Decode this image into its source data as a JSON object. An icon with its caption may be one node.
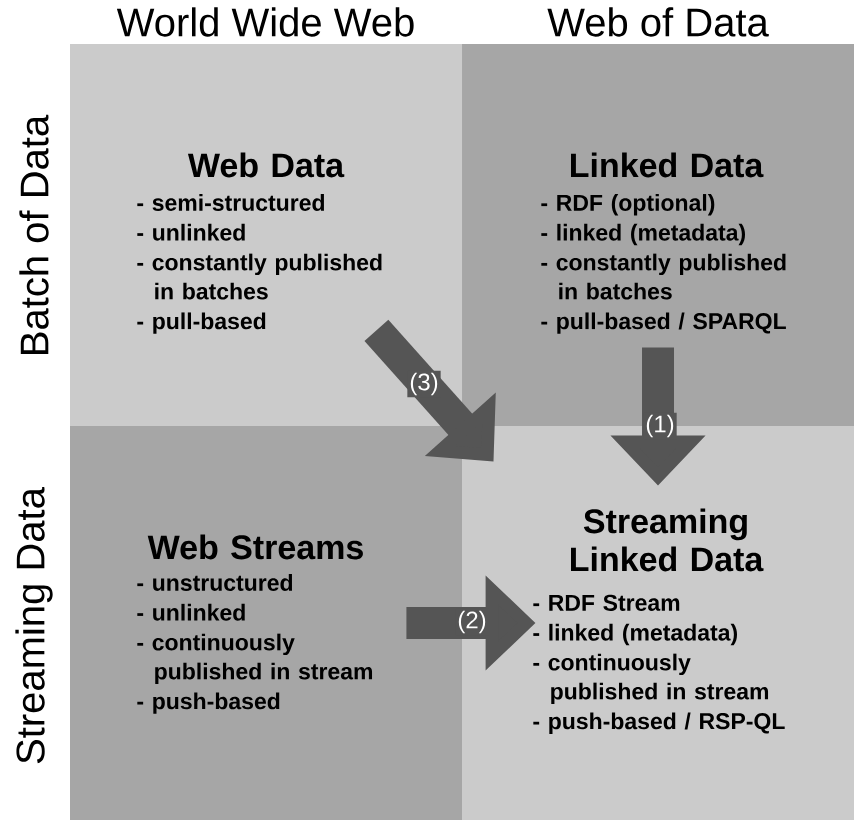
{
  "diagram": {
    "nodes": [
      {
        "text": [
          "Web Data",
          "- semi-structured",
          "- unlinked",
          "- constantly published in batches",
          "- pull-based"
        ]
      },
      {
        "text": [
          "Linked Data",
          "- RDF (optional)",
          "- linked (metadata)",
          "- constantly published in batches",
          "- pull-based / SPARQL"
        ]
      },
      {
        "text": [
          "Web Streams",
          "- unstructured",
          "- unlinked",
          "- continuously published in stream",
          "- push-based"
        ]
      },
      {
        "text": [
          "Streaming Linked Data",
          "- RDF Stream",
          "- linked (metadata)",
          "- continuously published in stream",
          "- push-based / RSP-QL"
        ]
      }
    ],
    "edges": [
      {
        "from": 1,
        "to": 3,
        "arrow": "to",
        "label": "(1)"
      },
      {
        "from": 2,
        "to": 3,
        "arrow": "to",
        "label": "(2)"
      },
      {
        "from": 0,
        "to": 3,
        "arrow": "to",
        "label": "(3)"
      }
    ],
    "labels": [
      "World Wide Web",
      "Web of Data",
      "Batch of Data",
      "Streaming Data"
    ]
  }
}
